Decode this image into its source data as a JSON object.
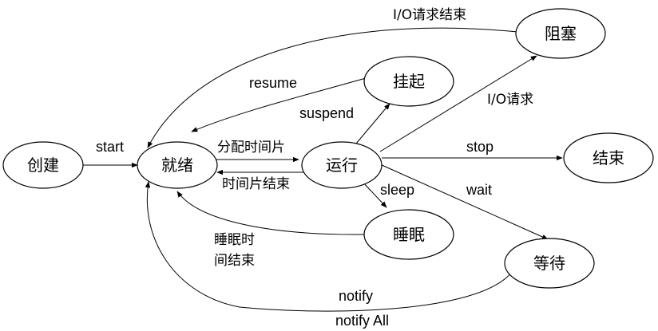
{
  "nodes": {
    "create": "创建",
    "ready": "就绪",
    "running": "运行",
    "suspended": "挂起",
    "blocked": "阻塞",
    "end": "结束",
    "sleeping": "睡眠",
    "waiting": "等待"
  },
  "edges": {
    "start": "start",
    "allocate_timeslice": "分配时间片",
    "timeslice_end": "时间片结束",
    "resume": "resume",
    "suspend": "suspend",
    "io_request": "I/O请求",
    "io_request_end": "I/O请求结束",
    "stop": "stop",
    "sleep": "sleep",
    "wait": "wait",
    "sleep_end_line1": "睡眠时",
    "sleep_end_line2": "间结束",
    "notify": "notify",
    "notify_all": "notify All"
  }
}
